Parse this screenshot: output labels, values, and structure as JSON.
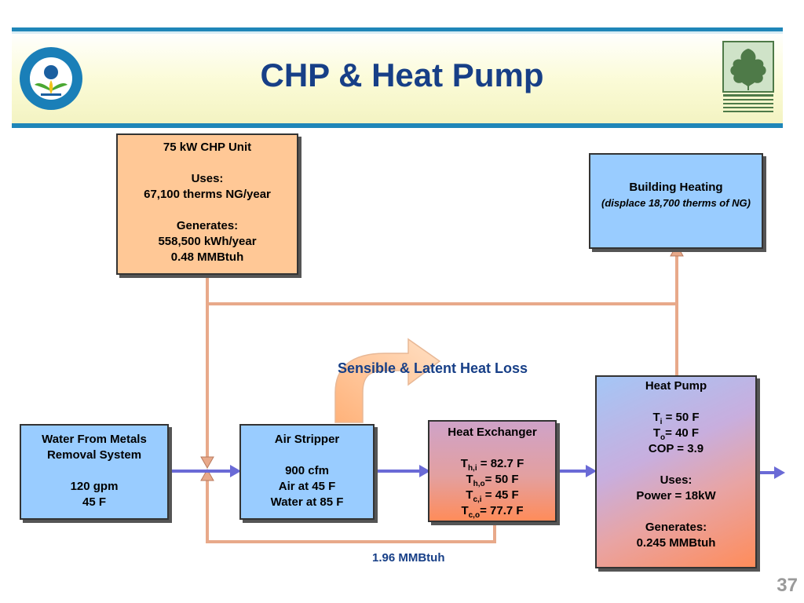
{
  "slide": {
    "title": "CHP & Heat Pump",
    "page_number": "37"
  },
  "logos": {
    "left": "epa-seal-icon",
    "right": "massachusetts-dep-oak-leaf-icon"
  },
  "colors": {
    "title": "#173f87",
    "header_rule": "#1f86b8",
    "box_blue": "#99ccff",
    "box_orange": "#ffc896",
    "pipe": "#e8a98a",
    "water_arrow": "#6a6ad6"
  },
  "chp_box": {
    "title": "75 kW CHP Unit",
    "uses_label": "Uses:",
    "uses_value": "67,100 therms NG/year",
    "generates_label": "Generates:",
    "gen_value_1": "558,500 kWh/year",
    "gen_value_2": "0.48 MMBtuh"
  },
  "heating_box": {
    "title": "Building Heating",
    "note": "(displace 18,700 therms of NG)"
  },
  "water_box": {
    "title_1": "Water From Metals",
    "title_2": "Removal System",
    "flow": "120 gpm",
    "temp": "45 F"
  },
  "stripper_box": {
    "title": "Air Stripper",
    "cfm": "900 cfm",
    "air": "Air at 45 F",
    "water": "Water at 85 F"
  },
  "hx_box": {
    "title": "Heat Exchanger",
    "rows": [
      {
        "sym": "T",
        "sub": "h,i",
        "val": " = 82.7 F"
      },
      {
        "sym": "T",
        "sub": "h,o",
        "val": "= 50 F"
      },
      {
        "sym": "T",
        "sub": "c,i",
        "val": " = 45 F"
      },
      {
        "sym": "T",
        "sub": "c,o",
        "val": "= 77.7 F"
      }
    ]
  },
  "hp_box": {
    "title": "Heat Pump",
    "rows": [
      {
        "sym": "T",
        "sub": "i",
        "val": " = 50 F"
      },
      {
        "sym": "T",
        "sub": "o",
        "val": "= 40 F"
      }
    ],
    "cop": "COP = 3.9",
    "uses_label": "Uses:",
    "uses_value": "Power = 18kW",
    "generates_label": "Generates:",
    "gen_value": "0.245 MMBtuh"
  },
  "labels": {
    "heat_loss": "Sensible & Latent Heat Loss",
    "return_loop": "1.96 MMBtuh"
  }
}
